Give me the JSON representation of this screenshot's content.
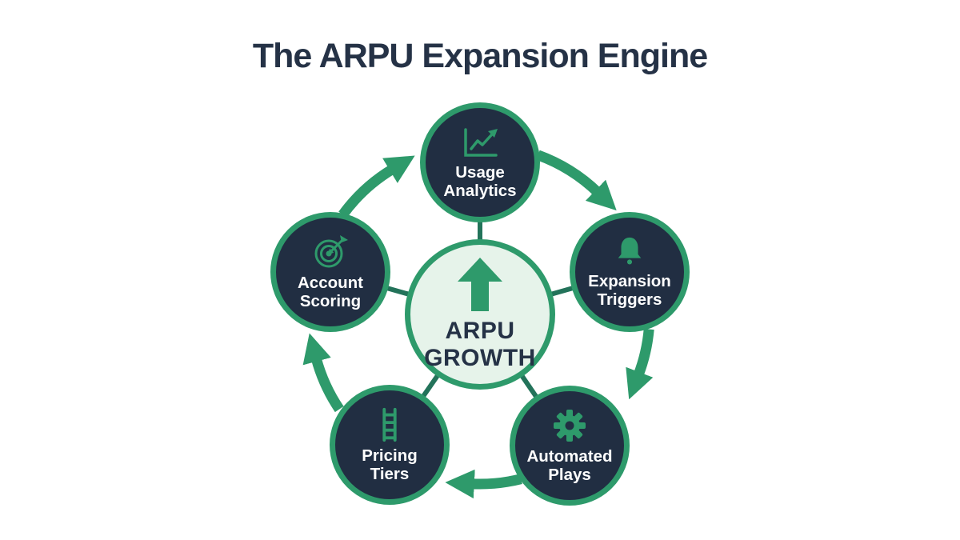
{
  "title": "The ARPU Expansion Engine",
  "center": {
    "label": "ARPU GROWTH",
    "icon": "arrow-up-icon"
  },
  "nodes": [
    {
      "id": "usage-analytics",
      "label": "Usage Analytics",
      "icon": "line-chart-icon"
    },
    {
      "id": "expansion-triggers",
      "label": "Expansion Triggers",
      "icon": "bell-icon"
    },
    {
      "id": "automated-plays",
      "label": "Automated Plays",
      "icon": "gear-icon"
    },
    {
      "id": "pricing-tiers",
      "label": "Pricing Tiers",
      "icon": "ladder-icon"
    },
    {
      "id": "account-scoring",
      "label": "Account Scoring",
      "icon": "target-icon"
    }
  ],
  "colors": {
    "background": "#ffffff",
    "title-text": "#253246",
    "node-fill": "#212e42",
    "node-border": "#2e9a6b",
    "node-text": "#ffffff",
    "accent-green": "#2e9a6b",
    "spoke-green": "#23735a",
    "center-fill": "#e6f3ea",
    "center-text": "#253246"
  }
}
